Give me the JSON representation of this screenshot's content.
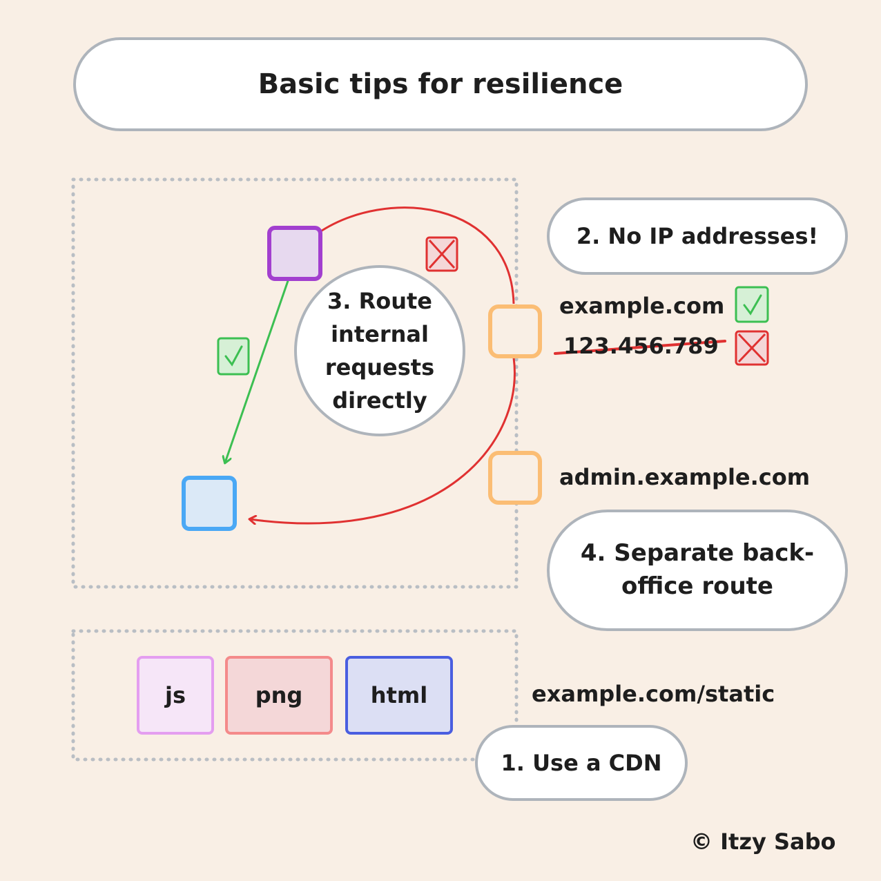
{
  "title": "Basic tips for resilience",
  "tips": {
    "tip1": "1. Use a CDN",
    "tip2": "2. No IP addresses!",
    "tip3": "3. Route internal requests directly",
    "tip4": "4. Separate back-office route"
  },
  "labels": {
    "domain": "example.com",
    "ip": "123.456.789",
    "admin": "admin.example.com",
    "static": "example.com/static"
  },
  "files": {
    "js": "js",
    "png": "png",
    "html": "html"
  },
  "credit": "© Itzy Sabo",
  "colors": {
    "background": "#f9efe5",
    "good": "#3cbf52",
    "bad": "#e03131",
    "service_purple": "#a23fcf",
    "service_blue": "#4aa8f5",
    "gateway_orange": "#fbbd74"
  }
}
